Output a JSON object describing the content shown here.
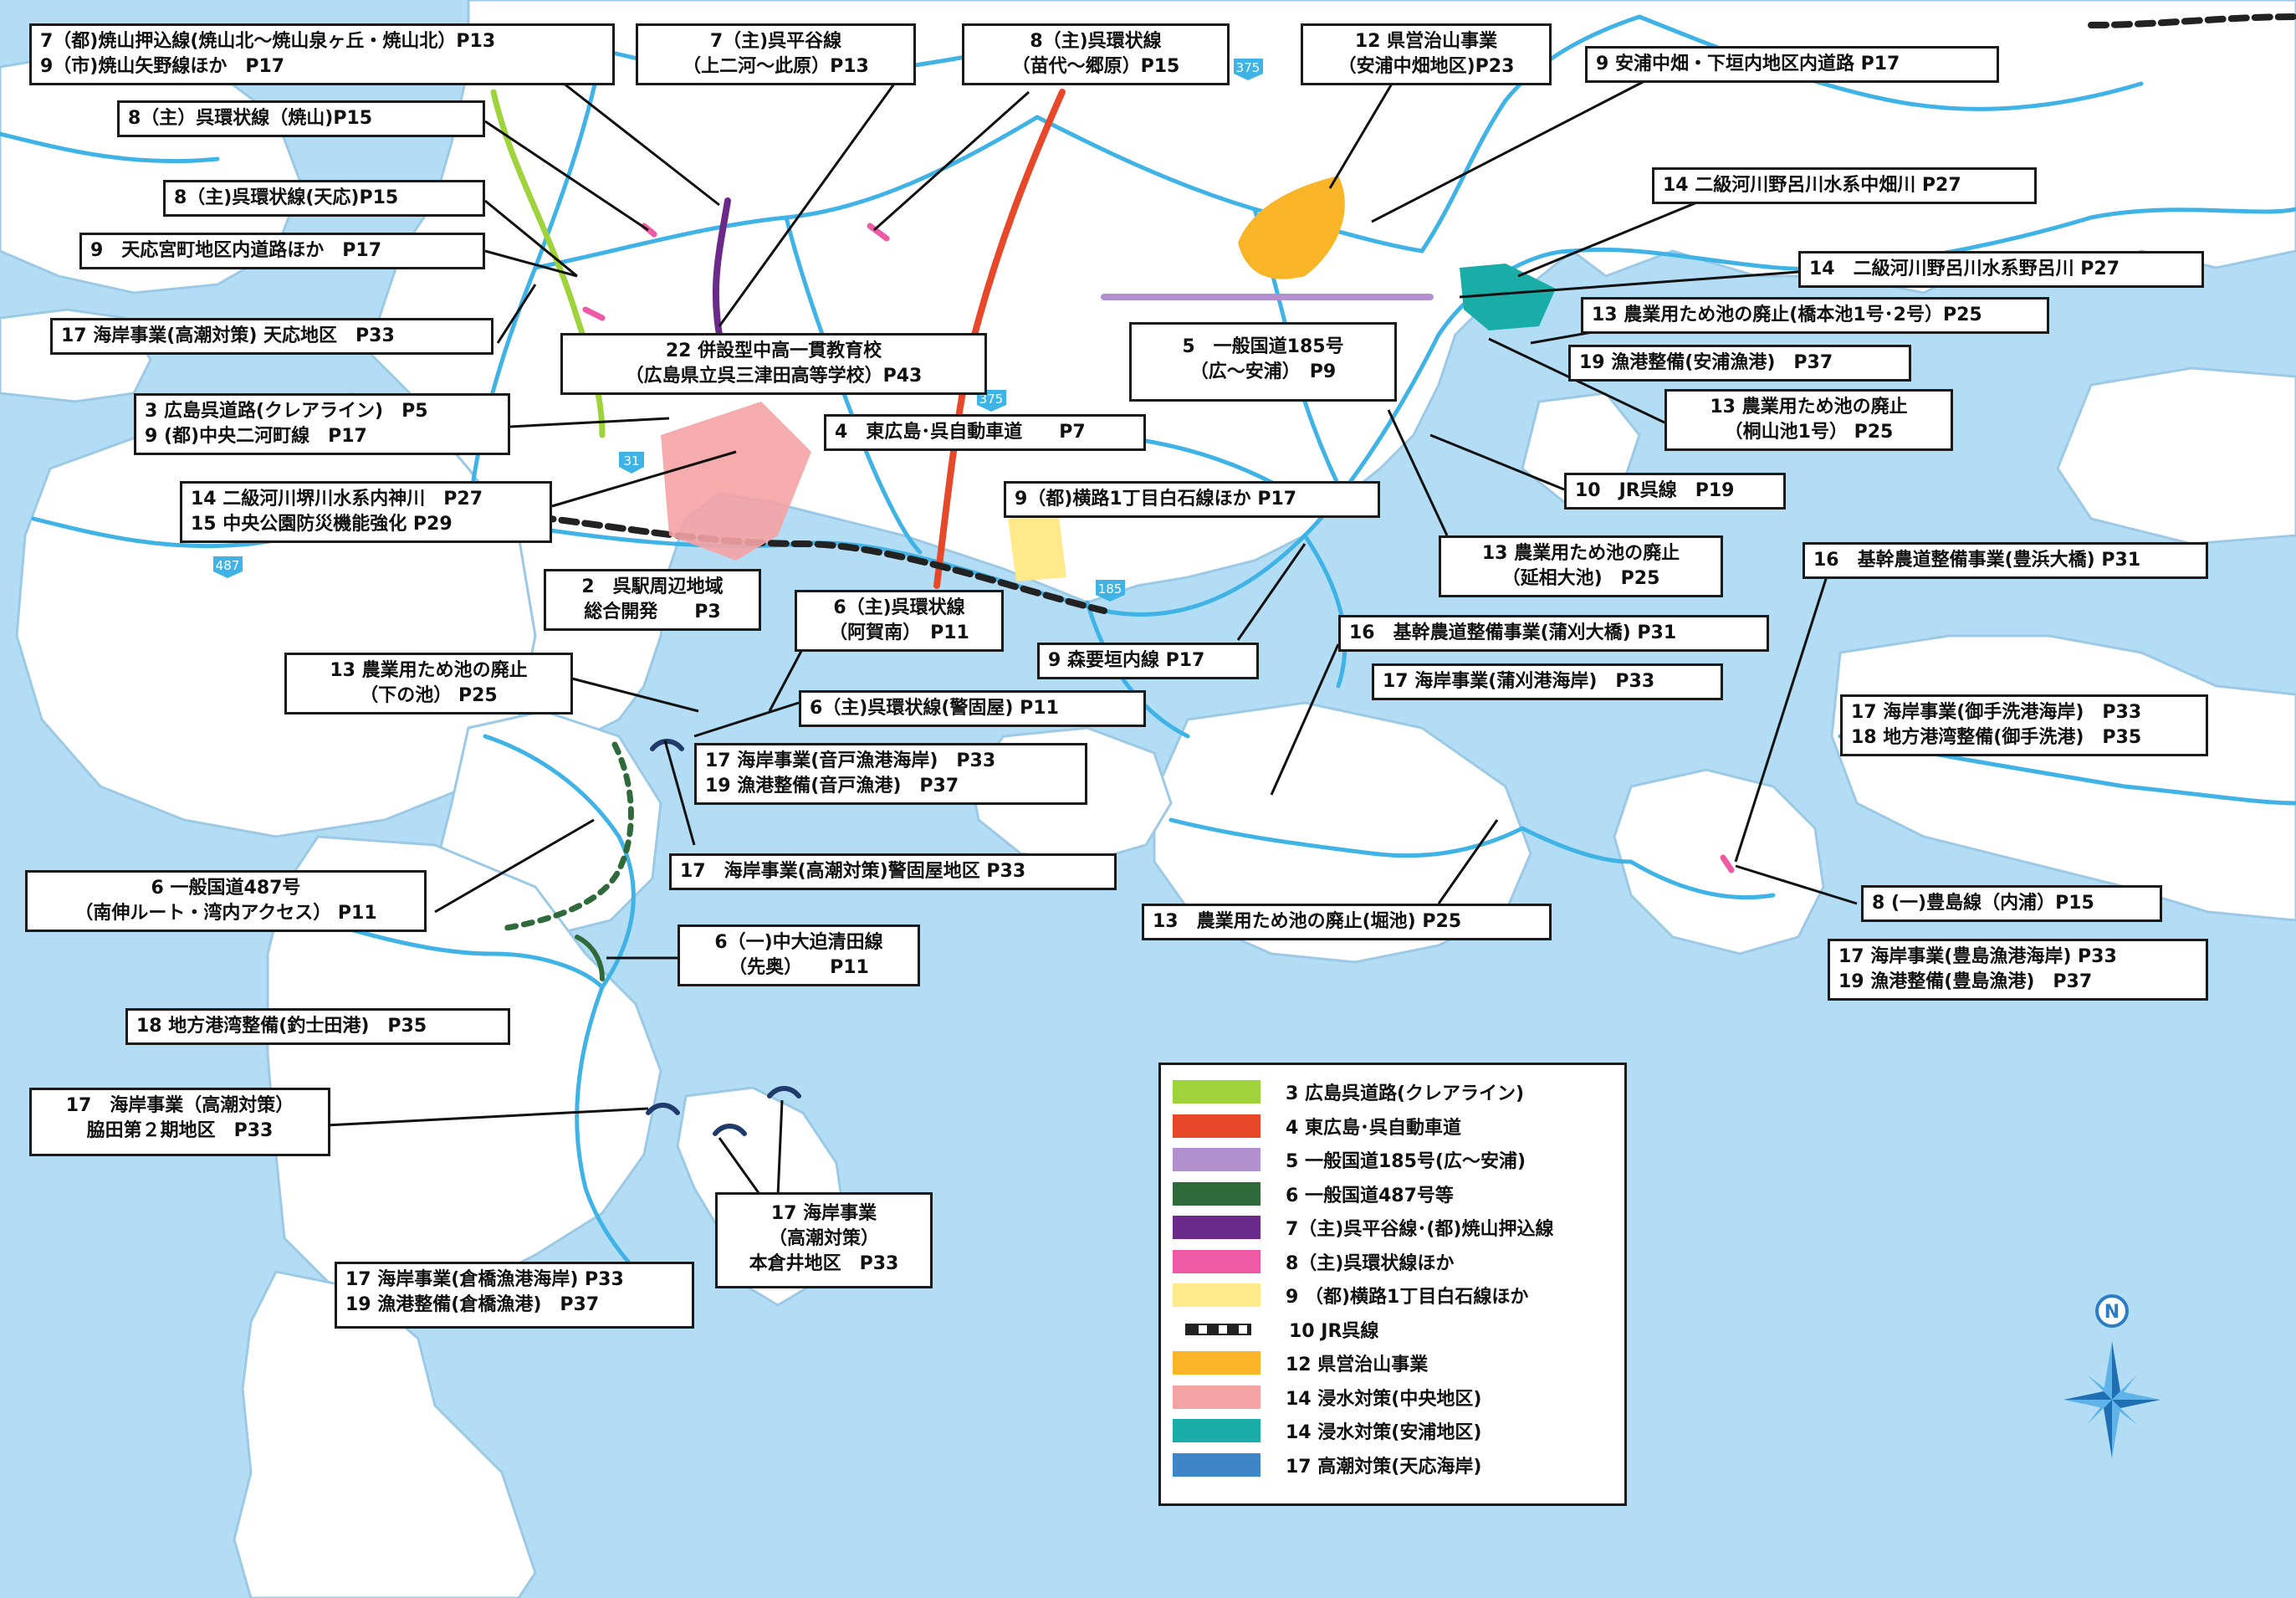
{
  "colors": {
    "sea": "#b3ddf5",
    "land": "#ffffff",
    "road": "#3fb2e6",
    "creara": "#9fd33b",
    "expressway": "#e8482a",
    "route185": "#b28fce",
    "route487": "#2f6a3a",
    "hirao": "#6b2a8a",
    "pink": "#ee5aa6",
    "yellow": "#ffe98a",
    "orange": "#f9b428",
    "salmon": "#f5a2a4",
    "teal": "#1aada7",
    "blue": "#3f86c9"
  },
  "callouts": [
    {
      "id": "c1",
      "lines": [
        "7（都)焼山押込線(焼山北～焼山泉ヶ丘・焼山北）P13",
        "9（市)焼山矢野線ほか　P17"
      ]
    },
    {
      "id": "c2",
      "lines": [
        "7（主)呉平谷線",
        "（上二河～此原）P13"
      ]
    },
    {
      "id": "c3",
      "lines": [
        "8（主)呉環状線",
        "（苗代～郷原）P15"
      ]
    },
    {
      "id": "c4",
      "lines": [
        "12 県営治山事業",
        "（安浦中畑地区)P23"
      ]
    },
    {
      "id": "c5",
      "lines": [
        "9 安浦中畑・下垣内地区内道路 P17"
      ]
    },
    {
      "id": "c6",
      "lines": [
        "8（主）呉環状線（焼山)P15"
      ]
    },
    {
      "id": "c7",
      "lines": [
        "14 二級河川野呂川水系中畑川 P27"
      ]
    },
    {
      "id": "c8",
      "lines": [
        "8（主)呉環状線(天応)P15"
      ]
    },
    {
      "id": "c9",
      "lines": [
        "9　天応宮町地区内道路ほか　P17"
      ]
    },
    {
      "id": "c10",
      "lines": [
        "14　二級河川野呂川水系野呂川 P27"
      ]
    },
    {
      "id": "c11",
      "lines": [
        "13 農業用ため池の廃止(橋本池1号･2号）P25"
      ]
    },
    {
      "id": "c12",
      "lines": [
        "17 海岸事業(高潮対策) 天応地区　P33"
      ]
    },
    {
      "id": "c13",
      "lines": [
        "22 併設型中高一貫教育校",
        "（広島県立呉三津田高等学校）P43"
      ]
    },
    {
      "id": "c14",
      "lines": [
        "5　一般国道185号",
        "（広～安浦）　P9"
      ]
    },
    {
      "id": "c15",
      "lines": [
        "19 漁港整備(安浦漁港)　P37"
      ]
    },
    {
      "id": "c16",
      "lines": [
        "3 広島呉道路(クレアライン)　P5",
        "9 (都)中央二河町線　P17"
      ]
    },
    {
      "id": "c17",
      "lines": [
        "4　東広島･呉自動車道　　P7"
      ]
    },
    {
      "id": "c18",
      "lines": [
        "13 農業用ため池の廃止",
        "（桐山池1号）  P25"
      ]
    },
    {
      "id": "c19",
      "lines": [
        "14 二級河川堺川水系内神川　P27",
        "15 中央公園防災機能強化 P29"
      ]
    },
    {
      "id": "c20",
      "lines": [
        "9（都)横路1丁目白石線ほか P17"
      ]
    },
    {
      "id": "c21",
      "lines": [
        "10　JR呉線　P19"
      ]
    },
    {
      "id": "c22",
      "lines": [
        "2　呉駅周辺地域",
        "総合開発　　P3"
      ]
    },
    {
      "id": "c23",
      "lines": [
        "13 農業用ため池の廃止",
        "（延相大池)　P25"
      ]
    },
    {
      "id": "c24",
      "lines": [
        "6（主)呉環状線",
        "（阿賀南）　P11"
      ]
    },
    {
      "id": "c25",
      "lines": [
        "16　基幹農道整備事業(豊浜大橋) P31"
      ]
    },
    {
      "id": "c26",
      "lines": [
        "13 農業用ため池の廃止",
        "（下の池） P25"
      ]
    },
    {
      "id": "c27",
      "lines": [
        "9 森要垣内線 P17"
      ]
    },
    {
      "id": "c28",
      "lines": [
        "16　基幹農道整備事業(蒲刈大橋) P31"
      ]
    },
    {
      "id": "c29",
      "lines": [
        "6（主)呉環状線(警固屋) P11"
      ]
    },
    {
      "id": "c30",
      "lines": [
        "17 海岸事業(蒲刈港海岸)　P33"
      ]
    },
    {
      "id": "c31",
      "lines": [
        "17 海岸事業(御手洗港海岸)　P33",
        "18 地方港湾整備(御手洗港)　P35"
      ]
    },
    {
      "id": "c32",
      "lines": [
        "17 海岸事業(音戸漁港海岸)　P33",
        "19 漁港整備(音戸漁港)　P37"
      ]
    },
    {
      "id": "c33",
      "lines": [
        "17　海岸事業(高潮対策)警固屋地区 P33"
      ]
    },
    {
      "id": "c34",
      "lines": [
        "6 一般国道487号",
        "（南伸ルート・湾内アクセス） P11"
      ]
    },
    {
      "id": "c35",
      "lines": [
        "13　農業用ため池の廃止(堀池) P25"
      ]
    },
    {
      "id": "c36",
      "lines": [
        "8 (一)豊島線（内浦）P15"
      ]
    },
    {
      "id": "c37",
      "lines": [
        "6（一)中大迫清田線",
        "（先奥）　　P11"
      ]
    },
    {
      "id": "c38",
      "lines": [
        "17 海岸事業(豊島漁港海岸) P33",
        "19 漁港整備(豊島漁港)　P37"
      ]
    },
    {
      "id": "c39",
      "lines": [
        "18 地方港湾整備(釣士田港)　P35"
      ]
    },
    {
      "id": "c40",
      "lines": [
        "17　海岸事業（高潮対策）",
        "脇田第２期地区　P33"
      ]
    },
    {
      "id": "c41",
      "lines": [
        "17 海岸事業",
        "（高潮対策）",
        "本倉井地区　P33"
      ]
    },
    {
      "id": "c42",
      "lines": [
        "17 海岸事業(倉橋漁港海岸) P33",
        "19 漁港整備(倉橋漁港)　P37"
      ]
    }
  ],
  "legend": [
    {
      "label": "3 広島呉道路(クレアライン)",
      "color": "#9fd33b",
      "kind": "swatch"
    },
    {
      "label": "4 東広島･呉自動車道",
      "color": "#e8482a",
      "kind": "swatch"
    },
    {
      "label": "5 一般国道185号(広～安浦)",
      "color": "#b28fce",
      "kind": "swatch"
    },
    {
      "label": "6 一般国道487号等",
      "color": "#2f6a3a",
      "kind": "swatch"
    },
    {
      "label": "7（主)呉平谷線･(都)焼山押込線",
      "color": "#6b2a8a",
      "kind": "swatch"
    },
    {
      "label": "8（主)呉環状線ほか",
      "color": "#ee5aa6",
      "kind": "swatch"
    },
    {
      "label": "9 （都)横路1丁目白石線ほか",
      "color": "#ffe98a",
      "kind": "swatch"
    },
    {
      "label": "10 JR呉線",
      "color": "#222222",
      "kind": "rail"
    },
    {
      "label": "12 県営治山事業",
      "color": "#f9b428",
      "kind": "swatch"
    },
    {
      "label": "14 浸水対策(中央地区)",
      "color": "#f5a2a4",
      "kind": "swatch"
    },
    {
      "label": "14 浸水対策(安浦地区)",
      "color": "#1aada7",
      "kind": "swatch"
    },
    {
      "label": "17 高潮対策(天応海岸)",
      "color": "#3f86c9",
      "kind": "swatch"
    }
  ],
  "road_badges": [
    "375",
    "375",
    "31",
    "185",
    "487"
  ],
  "compass_label": "N"
}
